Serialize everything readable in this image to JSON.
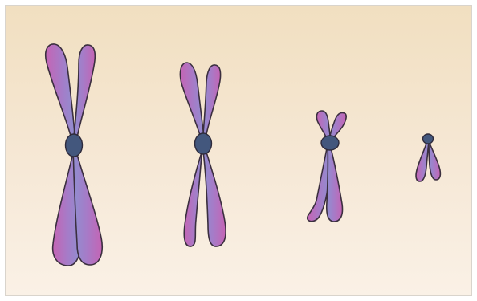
{
  "diagram": {
    "colors": {
      "background_top": "#f1dfc0",
      "background_bottom": "#faf1e6",
      "arm_blue": "#8f8fd0",
      "arm_pink": "#c564b4",
      "outline": "#3b2f3f",
      "centromere": "#43577d"
    },
    "chromosomes": [
      {
        "name": "metacentric",
        "count_chromatids": 2
      },
      {
        "name": "submetacentric",
        "count_chromatids": 2
      },
      {
        "name": "acrocentric",
        "count_chromatids": 2
      },
      {
        "name": "telocentric",
        "count_chromatids": 2
      }
    ]
  }
}
